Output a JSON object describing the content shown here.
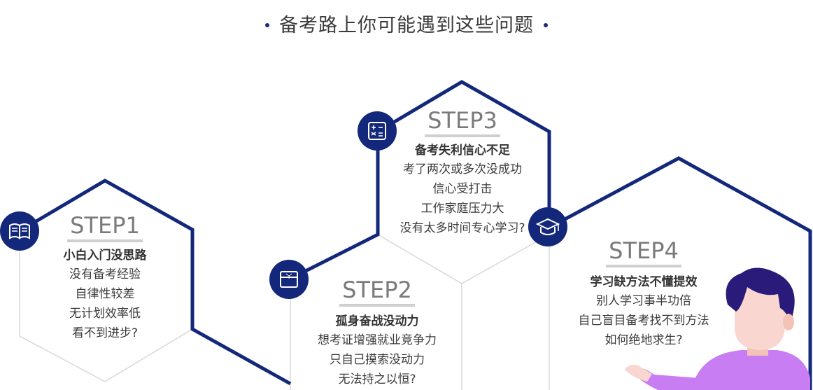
{
  "header": {
    "title": "备考路上你可能遇到这些问题"
  },
  "steps": [
    {
      "heading": "STEP1",
      "subtitle": "小白入门没思路",
      "lines": [
        "没有备考经验",
        "自律性较差",
        "无计划效率低",
        "看不到进步?"
      ],
      "icon": "book-icon"
    },
    {
      "heading": "STEP2",
      "subtitle": "孤身奋战没动力",
      "lines": [
        "想考证增强就业竞争力",
        "只自己摸索没动力",
        "无法持之以恒?"
      ],
      "icon": "wallet-icon"
    },
    {
      "heading": "STEP3",
      "subtitle": "备考失利信心不足",
      "lines": [
        "考了两次或多次没成功",
        "信心受打击",
        "工作家庭压力大",
        "没有太多时间专心学习?"
      ],
      "icon": "calculator-icon"
    },
    {
      "heading": "STEP4",
      "subtitle": "学习缺方法不懂提效",
      "lines": [
        "别人学习事半功倍",
        "自己盲目备考找不到方法",
        "如何绝地求生?"
      ],
      "icon": "graduation-cap-icon"
    }
  ],
  "colors": {
    "navy": "#13287a",
    "gray_line": "#d8d8d8",
    "hair": "#2a1a7a",
    "shirt": "#c87ef2",
    "skin": "#f9d6cf"
  },
  "illustration": "person-illustration"
}
